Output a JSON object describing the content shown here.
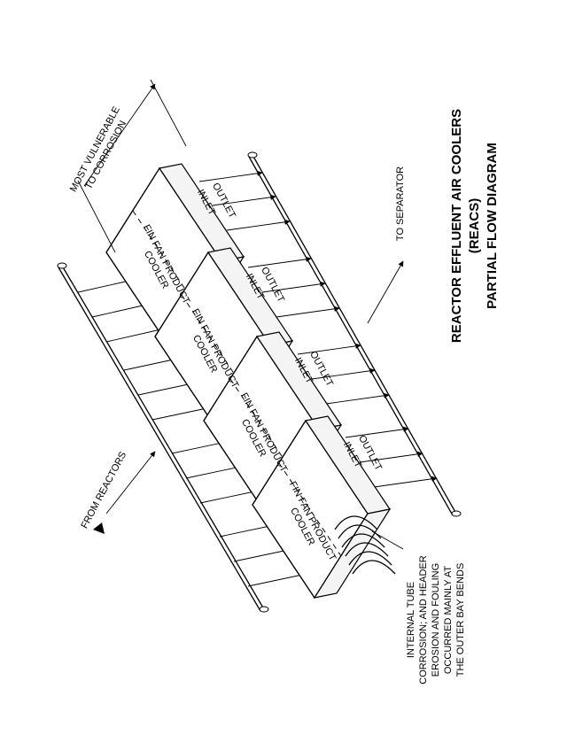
{
  "title": {
    "line1": "REACTOR EFFLUENT AIR COOLERS",
    "line2": "(REACS)",
    "line3": "PARTIAL FLOW DIAGRAM"
  },
  "labels": {
    "most_vulnerable_line1": "MOST VULNERABLE",
    "most_vulnerable_line2": "TO CORROSION",
    "to_separator": "TO SEPARATOR",
    "from_reactors": "FROM REACTORS",
    "note_lines": [
      "INTERNAL TUBE",
      "CORROSION; AND HEADER",
      "EROSION AND FOULING",
      "OCCURRED MAINLY AT",
      "THE OUTER BAY BENDS"
    ]
  },
  "coolers": [
    {
      "name_line1": "FIN FAN PRODUCT",
      "name_line2": "COOLER",
      "inlet": "INLET",
      "outlet": "OUTLET"
    },
    {
      "name_line1": "FIN FAN PRODUCT",
      "name_line2": "COOLER",
      "inlet": "INLET",
      "outlet": "OUTLET"
    },
    {
      "name_line1": "FIN FAN PRODUCT",
      "name_line2": "COOLER",
      "inlet": "INLET",
      "outlet": "OUTLET"
    },
    {
      "name_line1": "FIN FAN PRODUCT",
      "name_line2": "COOLER",
      "inlet": "INLET",
      "outlet": "OUTLET"
    }
  ]
}
